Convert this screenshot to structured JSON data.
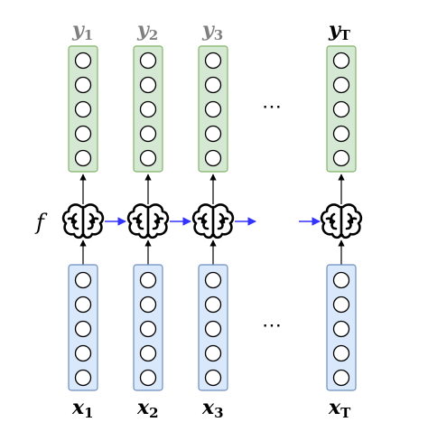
{
  "diagram": {
    "function_label": "f",
    "ellipsis": "⋯",
    "colors": {
      "output_fill": "#d5e8d4",
      "output_stroke": "#82b366",
      "input_fill": "#dae8fc",
      "input_stroke": "#6c8ebf",
      "recurrent_arrow": "#3333ff",
      "arrow": "#000000"
    },
    "nodes_per_column": 5,
    "columns": [
      {
        "output": {
          "base": "y",
          "sub": "1"
        },
        "input": {
          "base": "x",
          "sub": "1"
        }
      },
      {
        "output": {
          "base": "y",
          "sub": "2"
        },
        "input": {
          "base": "x",
          "sub": "2"
        }
      },
      {
        "output": {
          "base": "y",
          "sub": "3"
        },
        "input": {
          "base": "x",
          "sub": "3"
        }
      },
      {
        "output": {
          "base": "y",
          "sub": "T"
        },
        "input": {
          "base": "x",
          "sub": "T"
        }
      }
    ],
    "icons": {
      "cell": "brain-icon",
      "neuron": "neuron-circle"
    }
  }
}
